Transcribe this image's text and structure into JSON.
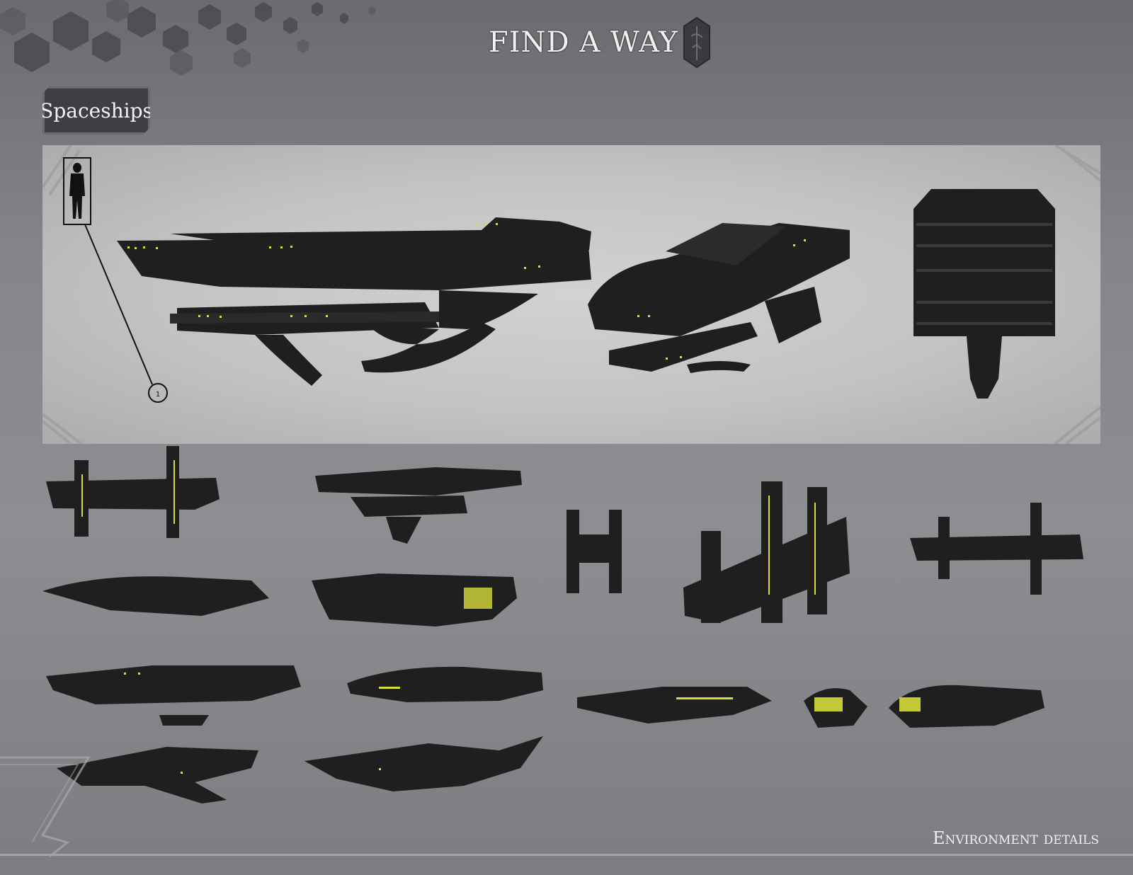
{
  "header": {
    "title": "FIND A WAY",
    "section_label": "Spaceships"
  },
  "footer": {
    "label": "Environment details"
  },
  "figure": {
    "scale_marker": "1"
  },
  "colors": {
    "ship_body": "#1e1e1f",
    "ship_light": "#d8dc3a",
    "banner": "#c6c6c6",
    "tag_bg": "#3e3f42"
  }
}
